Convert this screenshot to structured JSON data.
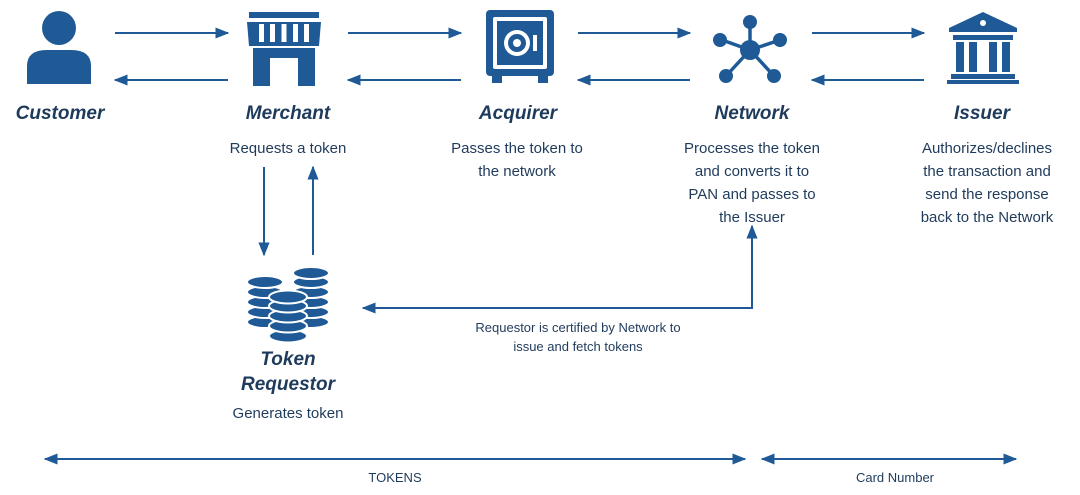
{
  "colors": {
    "brand": "#1f5a96",
    "text": "#1f3b5c"
  },
  "nodes": {
    "customer": {
      "title": "Customer",
      "icon": "person-icon"
    },
    "merchant": {
      "title": "Merchant",
      "description": "Requests a token",
      "icon": "storefront-icon"
    },
    "acquirer": {
      "title": "Acquirer",
      "description_lines": [
        "Passes the token to",
        "the network"
      ],
      "icon": "safe-icon"
    },
    "network": {
      "title": "Network",
      "description_lines": [
        "Processes the token",
        "and converts it to",
        "PAN and passes to",
        "the Issuer"
      ],
      "icon": "network-hub-icon"
    },
    "issuer": {
      "title": "Issuer",
      "description_lines": [
        "Authorizes/declines",
        "the transaction and",
        "send the response",
        "back to the Network"
      ],
      "icon": "bank-icon"
    },
    "token_requestor": {
      "title_lines": [
        "Token",
        "Requestor"
      ],
      "description": "Generates token",
      "icon": "coin-stacks-icon"
    }
  },
  "requestor_note_lines": [
    "Requestor is certified by Network to",
    "issue and fetch tokens"
  ],
  "ranges": {
    "tokens_label": "TOKENS",
    "card_number_label": "Card Number"
  }
}
